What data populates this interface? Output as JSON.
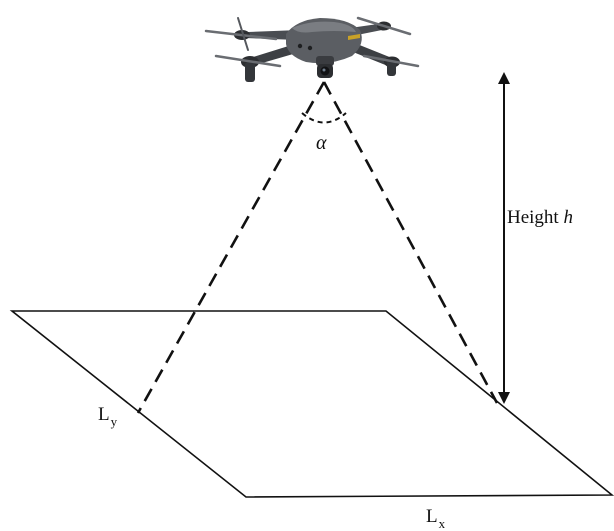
{
  "labels": {
    "alpha": "α",
    "height_text": "Height ",
    "height_var": "h",
    "ly_main": "L",
    "ly_sub": "y",
    "lx_main": "L",
    "lx_sub": "x"
  },
  "colors": {
    "line": "#111111",
    "drone_body": "#5b5e63",
    "drone_dark": "#2c2e31",
    "drone_accent": "#c9a227",
    "background": "#ffffff"
  },
  "icons": {
    "drone": "quadcopter-drone-icon"
  }
}
